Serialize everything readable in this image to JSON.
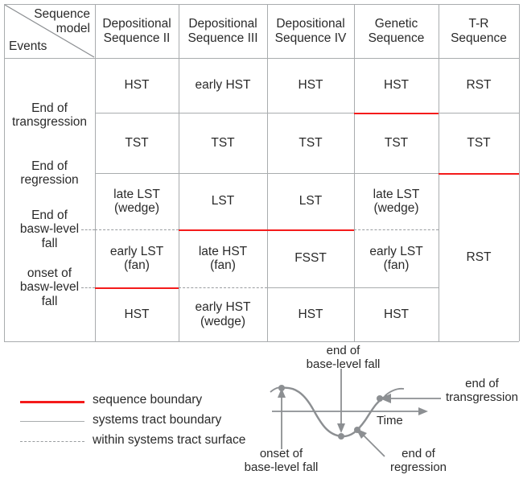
{
  "table": {
    "corner": {
      "col_header_label": "Sequence\nmodel",
      "col_header_line1": "Sequence",
      "col_header_line2": "model",
      "row_header_label": "Events"
    },
    "columns": [
      {
        "line1": "Depositional",
        "line2": "Sequence II"
      },
      {
        "line1": "Depositional",
        "line2": "Sequence III"
      },
      {
        "line1": "Depositional",
        "line2": "Sequence IV"
      },
      {
        "line1": "Genetic",
        "line2": "Sequence"
      },
      {
        "line1": "T-R",
        "line2": "Sequence"
      }
    ],
    "events": [
      {
        "line1": "End of",
        "line2": "transgression",
        "line3": ""
      },
      {
        "line1": "End of",
        "line2": "regression",
        "line3": ""
      },
      {
        "line1": "End of",
        "line2": "basw-level",
        "line3": "fall"
      },
      {
        "line1": "onset of",
        "line2": "basw-level",
        "line3": "fall"
      }
    ],
    "rows": [
      {
        "cells": [
          {
            "line1": "HST",
            "line2": ""
          },
          {
            "line1": "early HST",
            "line2": ""
          },
          {
            "line1": "HST",
            "line2": ""
          },
          {
            "line1": "HST",
            "line2": ""
          },
          {
            "line1": "RST",
            "line2": ""
          }
        ]
      },
      {
        "cells": [
          {
            "line1": "TST",
            "line2": ""
          },
          {
            "line1": "TST",
            "line2": ""
          },
          {
            "line1": "TST",
            "line2": ""
          },
          {
            "line1": "TST",
            "line2": ""
          },
          {
            "line1": "TST",
            "line2": ""
          }
        ]
      },
      {
        "cells": [
          {
            "line1": "late LST",
            "line2": "(wedge)"
          },
          {
            "line1": "LST",
            "line2": ""
          },
          {
            "line1": "LST",
            "line2": ""
          },
          {
            "line1": "late LST",
            "line2": "(wedge)"
          },
          {
            "line1": "RST",
            "line2": ""
          }
        ]
      },
      {
        "cells": [
          {
            "line1": "early LST",
            "line2": "(fan)"
          },
          {
            "line1": "late HST",
            "line2": "(fan)"
          },
          {
            "line1": "FSST",
            "line2": ""
          },
          {
            "line1": "early LST",
            "line2": "(fan)"
          },
          {
            "line1": "",
            "line2": ""
          }
        ]
      },
      {
        "cells": [
          {
            "line1": "HST",
            "line2": ""
          },
          {
            "line1": "early HST",
            "line2": "(wedge)"
          },
          {
            "line1": "HST",
            "line2": ""
          },
          {
            "line1": "HST",
            "line2": ""
          },
          {
            "line1": "",
            "line2": ""
          }
        ]
      }
    ]
  },
  "legend": {
    "items": [
      {
        "style": "sequence-boundary",
        "label": "sequence boundary"
      },
      {
        "style": "systems-tract-boundary",
        "label": "systems tract boundary"
      },
      {
        "style": "within-systems-tract-surface",
        "label": "within systems tract surface"
      }
    ]
  },
  "diagram": {
    "axis_label": "Time",
    "annotations": [
      {
        "name": "end-of-base-level-fall",
        "line1": "end of",
        "line2": "base-level fall"
      },
      {
        "name": "end-of-transgression",
        "line1": "end of",
        "line2": "transgression"
      },
      {
        "name": "onset-of-base-level-fall",
        "line1": "onset of",
        "line2": "base-level fall"
      },
      {
        "name": "end-of-regression",
        "line1": "end of",
        "line2": "regression"
      }
    ]
  },
  "colors": {
    "sequence_boundary": "#f41b1b",
    "systems_tract_boundary": "#a9acae",
    "within_surface": "#9a9da0",
    "text": "#2a2a2a",
    "curve": "#808386"
  }
}
